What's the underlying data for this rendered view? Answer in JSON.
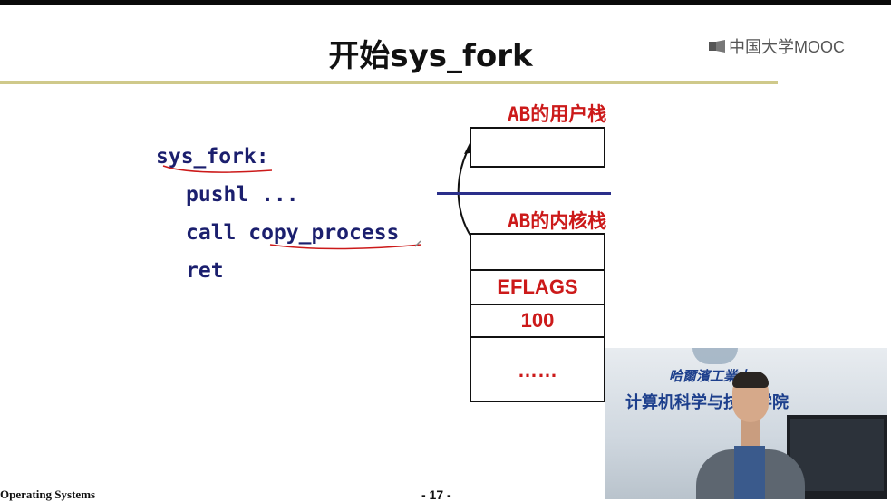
{
  "slide": {
    "title": "开始sys_fork",
    "logo_text": "中国大学MOOC",
    "code_lines": [
      "sys_fork:",
      "pushl ...",
      "call copy_process",
      "ret"
    ],
    "user_stack_label_ab": "AB",
    "user_stack_label_rest": "的用户栈",
    "kernel_stack_label_ab": "AB",
    "kernel_stack_label_rest": "的内核栈",
    "stack_cells": [
      "EFLAGS",
      "100",
      "……"
    ],
    "footer_left": "Operating Systems",
    "page_number": "- 17 -"
  },
  "video": {
    "sign_top": "哈爾濱工業大",
    "sign_main": "计算机科学与技术学院"
  },
  "colors": {
    "code_blue": "#1b1f6e",
    "accent_red": "#cc1a1a",
    "rule_gold": "#cfc98a",
    "divider_blue": "#2a2f8a"
  }
}
